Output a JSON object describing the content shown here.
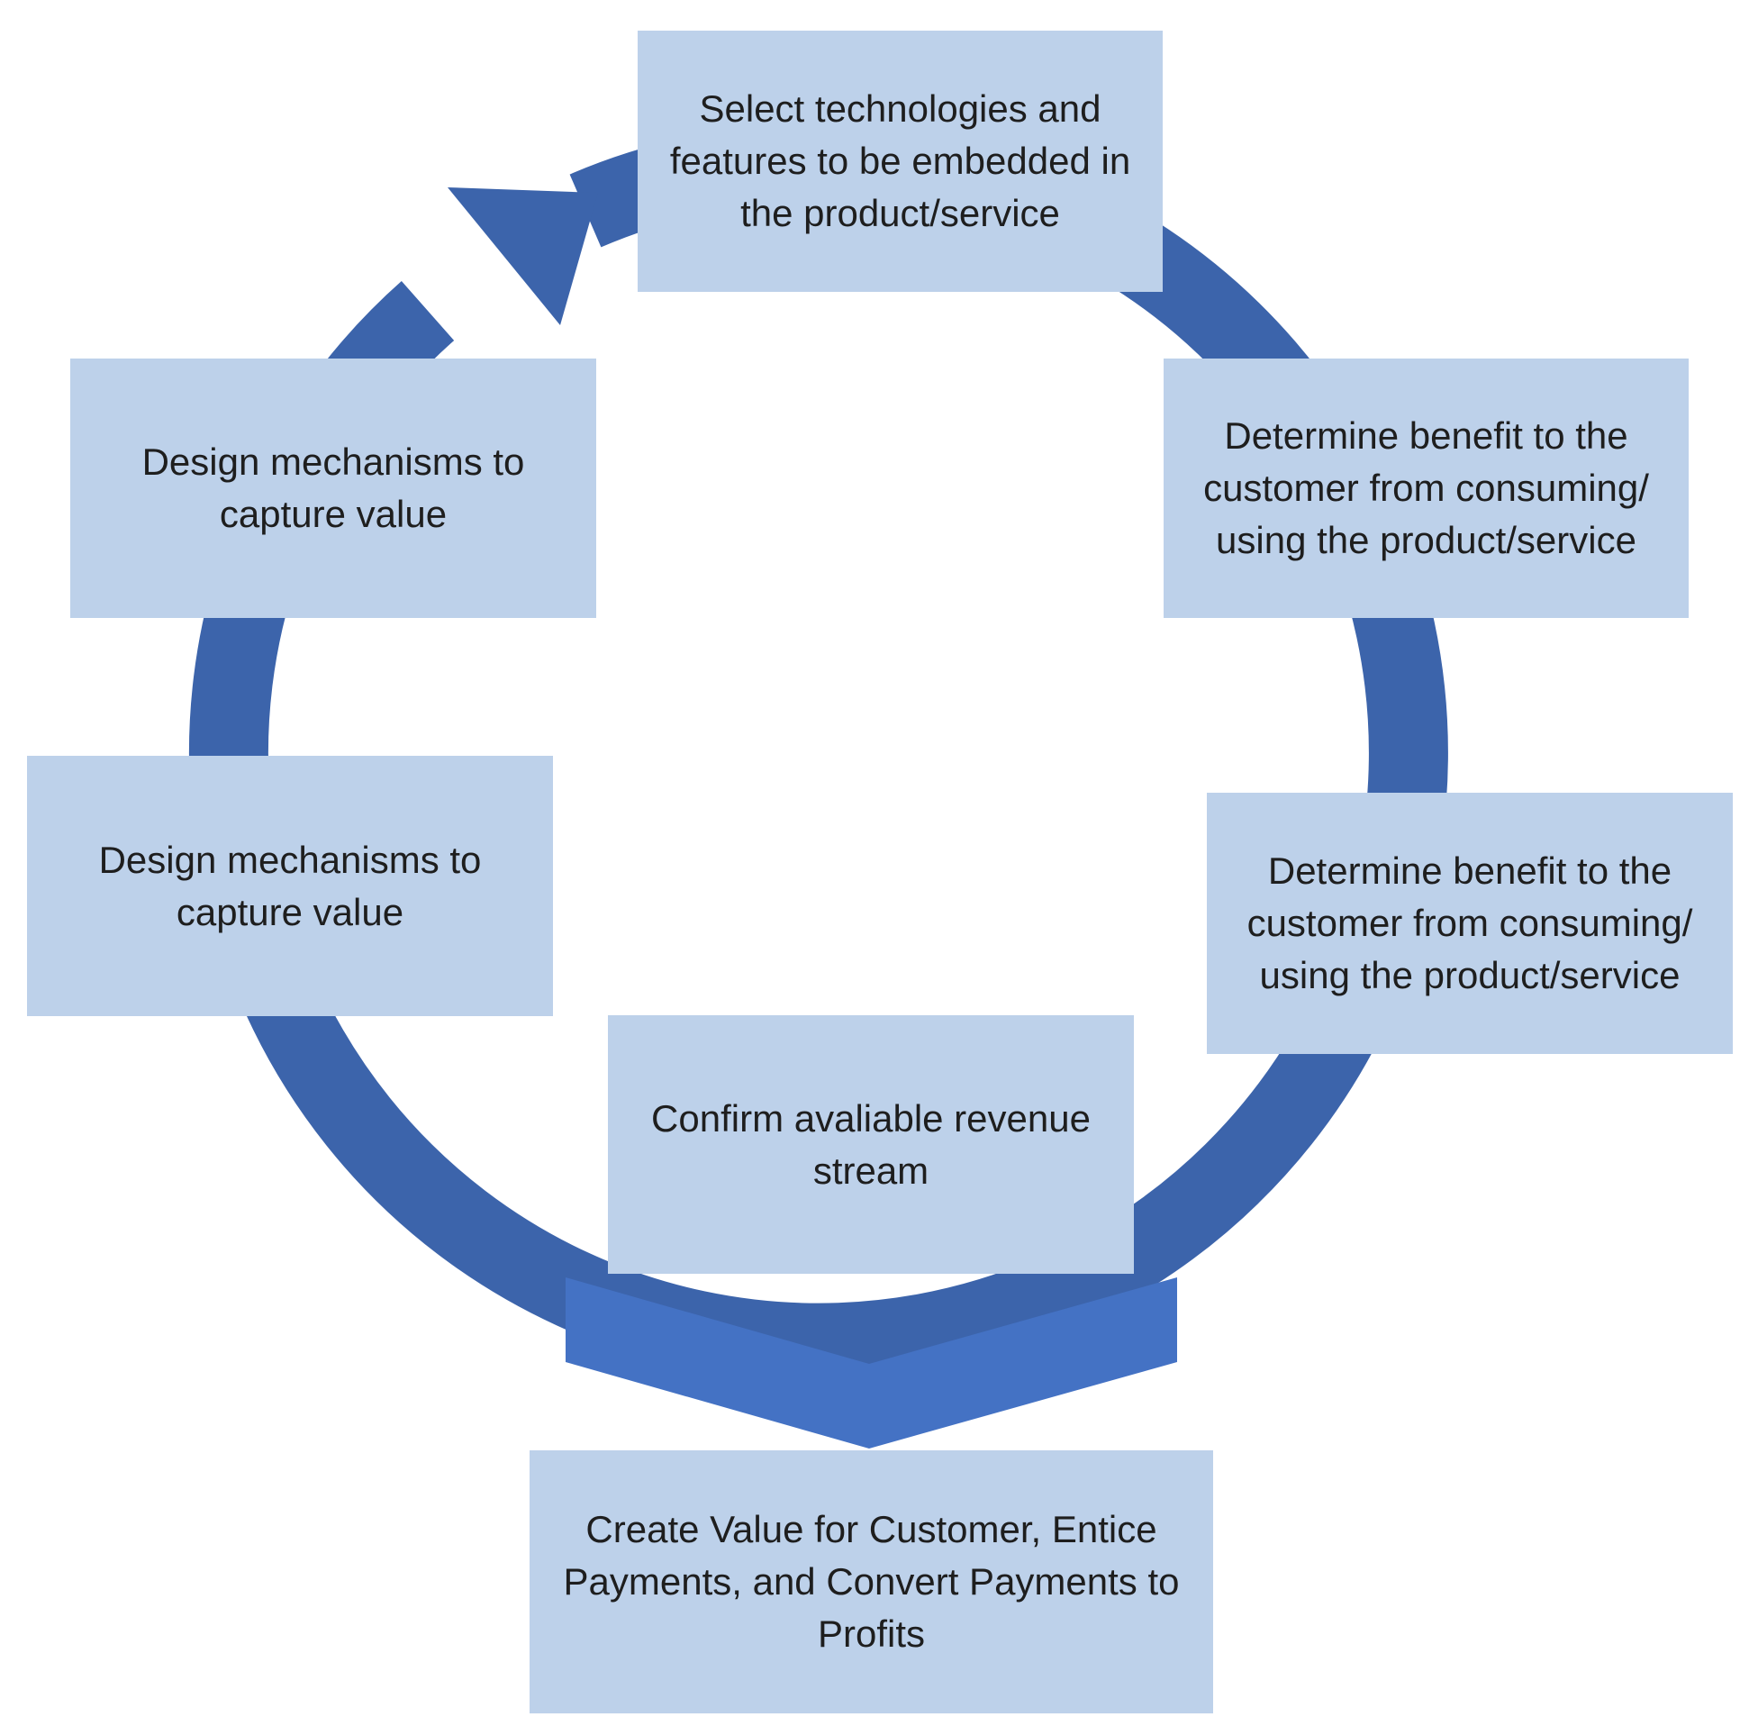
{
  "colors": {
    "ring": "#3c64ab",
    "chevron": "#4472c4",
    "box_fill": "#bdd1ea",
    "text": "#1e1e1e"
  },
  "steps": [
    {
      "id": "select-technologies",
      "text": "Select technologies and features to be embedded in the product/service"
    },
    {
      "id": "determine-benefit-1",
      "text": "Determine benefit to the customer from consuming/ using the product/service"
    },
    {
      "id": "determine-benefit-2",
      "text": "Determine benefit to the customer from consuming/ using the product/service"
    },
    {
      "id": "confirm-revenue",
      "text": "Confirm avaliable revenue stream"
    },
    {
      "id": "design-mechanisms-1",
      "text": "Design mechanisms to capture value"
    },
    {
      "id": "design-mechanisms-2",
      "text": "Design mechanisms to capture value"
    }
  ],
  "outcome": {
    "text": "Create Value for Customer, Entice Payments, and Convert Payments to Profits"
  }
}
